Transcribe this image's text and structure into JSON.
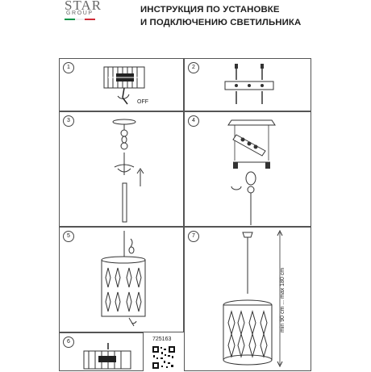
{
  "brand": {
    "name": "STAR",
    "group": "GROUP",
    "flag_colors": [
      "#009246",
      "#ffffff",
      "#ce2b37"
    ]
  },
  "title": {
    "line1": "ИНСТРУКЦИЯ ПО УСТАНОВКЕ",
    "line2": "И ПОДКЛЮЧЕНИЮ СВЕТИЛЬНИКА"
  },
  "steps": [
    {
      "num": "1",
      "label": "OFF"
    },
    {
      "num": "2"
    },
    {
      "num": "3"
    },
    {
      "num": "4"
    },
    {
      "num": "5"
    },
    {
      "num": "6"
    },
    {
      "num": "7",
      "height_label": "min 90 cm ... max 180 cm"
    }
  ],
  "product_code": "725163"
}
